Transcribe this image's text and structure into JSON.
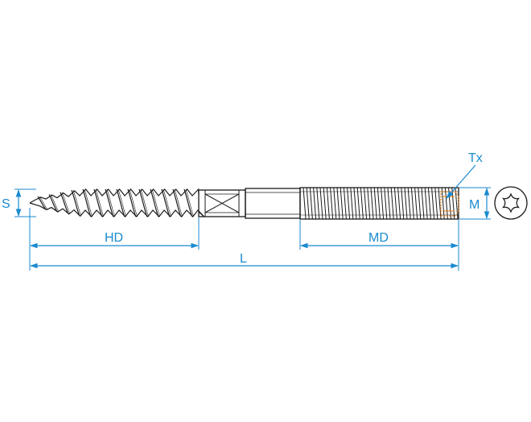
{
  "diagram": {
    "labels": {
      "s": "S",
      "hd": "HD",
      "l": "L",
      "md": "MD",
      "m": "M",
      "tx": "Tx"
    }
  },
  "colors": {
    "dimension": "#1a8ad0",
    "outline": "#1a1a1a",
    "drive_highlight": "#e07a10"
  }
}
